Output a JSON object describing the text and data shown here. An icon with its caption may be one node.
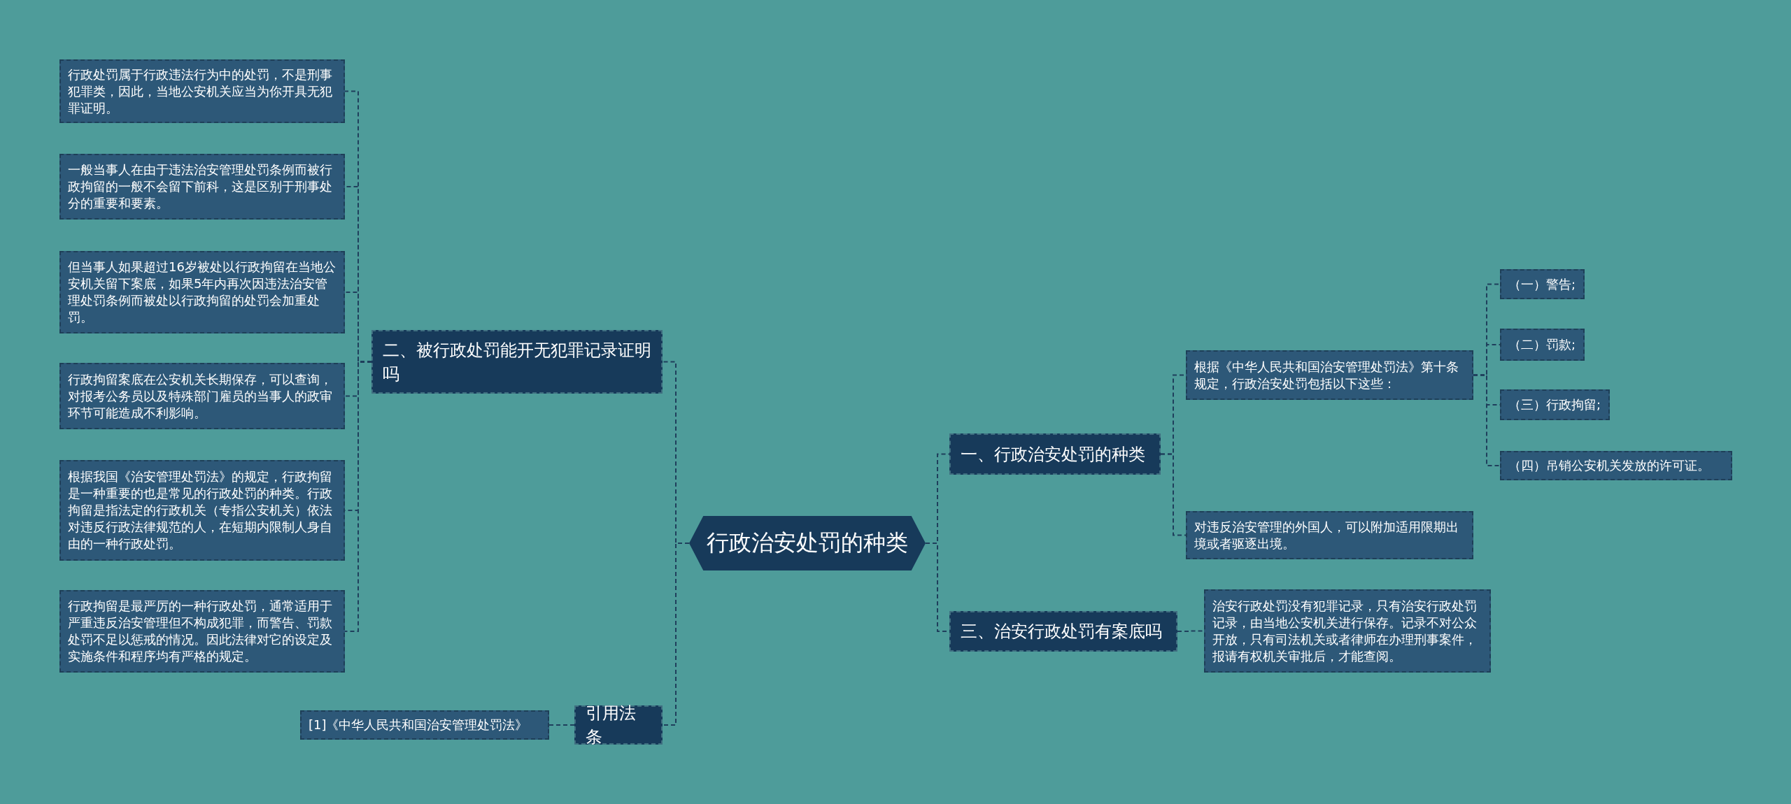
{
  "diagram": {
    "nodes": [
      {
        "text": [
          "行政治安处罚的种类"
        ]
      },
      {
        "text": [
          "二、被行政处罚能开无犯罪记录证明吗"
        ]
      },
      {
        "text": [
          "行政处罚属于行政违法行为中的处罚，不是刑事犯罪类，因此，当地公安机关应当为你开具无犯罪证明。"
        ]
      },
      {
        "text": [
          "一般当事人在由于违法治安管理处罚条例而被行政拘留的一般不会留下前科，这是区别于刑事处分的重要和要素。"
        ]
      },
      {
        "text": [
          "但当事人如果超过16岁被处以行政拘留在当地公安机关留下案底，如果5年内再次因违法治安管理处罚条例而被处以行政拘留的处罚会加重处罚。"
        ]
      },
      {
        "text": [
          "行政拘留案底在公安机关长期保存，可以查询，对报考公务员以及特殊部门雇员的当事人的政审环节可能造成不利影响。"
        ]
      },
      {
        "text": [
          "根据我国《治安管理处罚法》的规定，行政拘留是一种重要的也是常见的行政处罚的种类。行政拘留是指法定的行政机关（专指公安机关）依法对违反行政法律规范的人，在短期内限制人身自由的一种行政处罚。"
        ]
      },
      {
        "text": [
          "行政拘留是最严厉的一种行政处罚，通常适用于严重违反治安管理但不构成犯罪，而警告、罚款处罚不足以惩戒的情况。因此法律对它的设定及实施条件和程序均有严格的规定。"
        ]
      },
      {
        "text": [
          "引用法条"
        ]
      },
      {
        "text": [
          "[1]《中华人民共和国治安管理处罚法》"
        ]
      },
      {
        "text": [
          "一、行政治安处罚的种类"
        ]
      },
      {
        "text": [
          "根据《中华人民共和国治安管理处罚法》第十条规定，行政治安处罚包括以下这些："
        ]
      },
      {
        "text": [
          "（一）警告;"
        ]
      },
      {
        "text": [
          "（二）罚款;"
        ]
      },
      {
        "text": [
          "（三）行政拘留;"
        ]
      },
      {
        "text": [
          "（四）吊销公安机关发放的许可证。"
        ]
      },
      {
        "text": [
          "对违反治安管理的外国人，可以附加适用限期出境或者驱逐出境。"
        ]
      },
      {
        "text": [
          "三、治安行政处罚有案底吗"
        ]
      },
      {
        "text": [
          "治安行政处罚没有犯罪记录，只有治安行政处罚记录，由当地公安机关进行保存。记录不对公众开放，只有司法机关或者律师在办理刑事案件，报请有权机关审批后，才能查阅。"
        ]
      }
    ],
    "edges": [
      {
        "from": 0,
        "to": 1,
        "arrow": "none"
      },
      {
        "from": 0,
        "to": 8,
        "arrow": "none"
      },
      {
        "from": 0,
        "to": 10,
        "arrow": "none"
      },
      {
        "from": 0,
        "to": 17,
        "arrow": "none"
      },
      {
        "from": 1,
        "to": 2,
        "arrow": "none"
      },
      {
        "from": 1,
        "to": 3,
        "arrow": "none"
      },
      {
        "from": 1,
        "to": 4,
        "arrow": "none"
      },
      {
        "from": 1,
        "to": 5,
        "arrow": "none"
      },
      {
        "from": 1,
        "to": 6,
        "arrow": "none"
      },
      {
        "from": 1,
        "to": 7,
        "arrow": "none"
      },
      {
        "from": 8,
        "to": 9,
        "arrow": "none"
      },
      {
        "from": 10,
        "to": 11,
        "arrow": "none"
      },
      {
        "from": 10,
        "to": 16,
        "arrow": "none"
      },
      {
        "from": 11,
        "to": 12,
        "arrow": "none"
      },
      {
        "from": 11,
        "to": 13,
        "arrow": "none"
      },
      {
        "from": 11,
        "to": 14,
        "arrow": "none"
      },
      {
        "from": 11,
        "to": 15,
        "arrow": "none"
      },
      {
        "from": 17,
        "to": 18,
        "arrow": "none"
      }
    ]
  }
}
